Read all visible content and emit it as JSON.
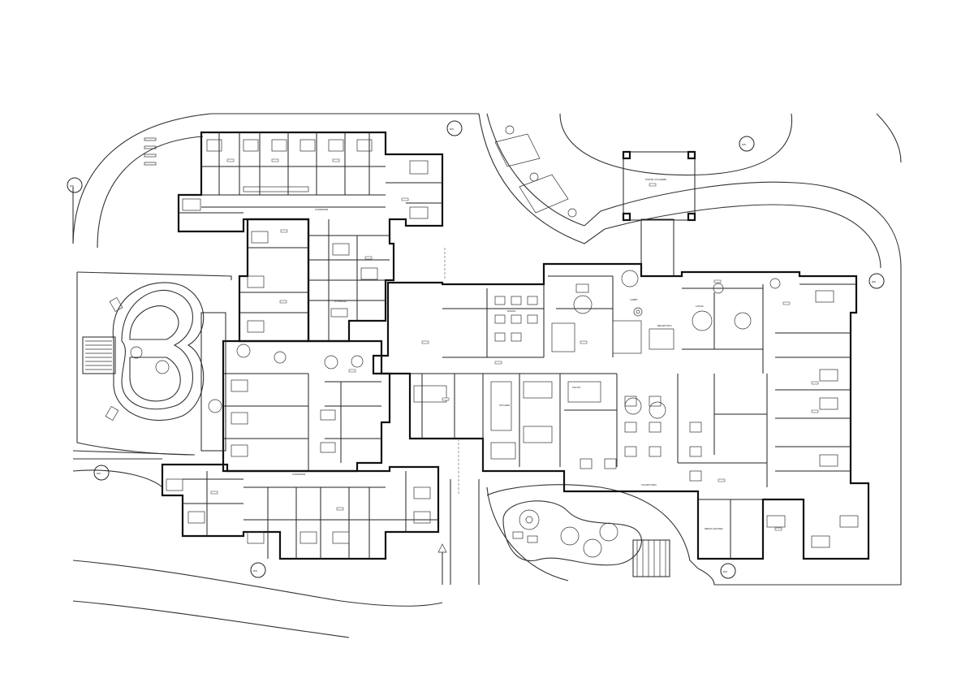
{
  "title": "",
  "colors": {
    "ink": "#111111",
    "paper": "#ffffff"
  },
  "labels": {
    "dw1": "DW",
    "dw2": "DW",
    "dw3": "DW",
    "dw4": "DW",
    "dw5": "DW",
    "dw6": "DW",
    "dw7": "DW",
    "dining": "DINING",
    "kitchen": "KITCHEN",
    "lobby": "LOBBY",
    "salon": "SALON",
    "living": "LIVING",
    "corridor_n": "CORRIDOR",
    "corridor_s": "CORRIDOR",
    "courtyard": "COURTYARD",
    "porte_cochere": "PORTE COCHERE",
    "reception": "RECEPTION",
    "storage": "STORAGE",
    "media": "MEDIA CENTER"
  }
}
